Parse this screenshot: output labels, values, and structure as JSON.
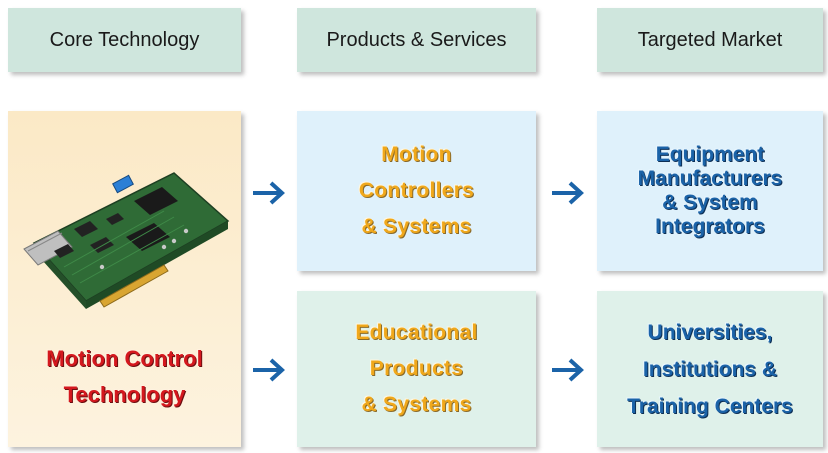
{
  "headers": {
    "core": "Core Technology",
    "products": "Products & Services",
    "market": "Targeted Market"
  },
  "core": {
    "line1": "Motion Control",
    "line2": "Technology",
    "image_icon": "motion-controller-pci-card"
  },
  "products": {
    "top": [
      "Motion",
      "Controllers",
      "& Systems"
    ],
    "bottom": [
      "Educational",
      "Products",
      "& Systems"
    ]
  },
  "market": {
    "top": [
      "Equipment",
      "Manufacturers",
      "& System",
      "Integrators"
    ],
    "bottom": [
      "Universities,",
      "Institutions &",
      "Training Centers"
    ]
  },
  "colors": {
    "header_bg": "#cfe6dd",
    "blue_box": "#dff1fb",
    "green_box": "#dff1ea",
    "core_box": "#fbe9c6",
    "gold_text": "#f0a81b",
    "navy_text": "#1b63a8",
    "red_text": "#d4181e",
    "arrow": "#1b63a8"
  }
}
